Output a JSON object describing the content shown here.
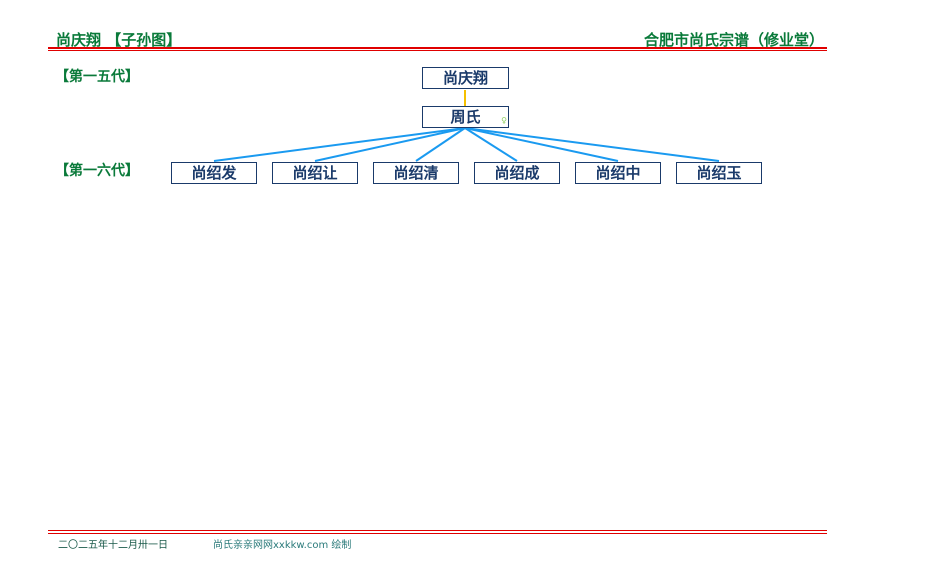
{
  "header": {
    "title": "尚庆翔 【子孙图】",
    "right": "合肥市尚氏宗谱（修业堂）"
  },
  "generations": [
    "【第一五代】",
    "【第一六代】"
  ],
  "root": {
    "name": "尚庆翔"
  },
  "spouse": {
    "name": "周氏",
    "mark": "♀"
  },
  "children": [
    "尚绍发",
    "尚绍让",
    "尚绍清",
    "尚绍成",
    "尚绍中",
    "尚绍玉"
  ],
  "colors": {
    "connector_spouse": "#f5c000",
    "connector_child": "#1a9af0"
  },
  "footer": {
    "date": "二〇二五年十二月卅一日",
    "credit": "尚氏亲亲网网xxkkw.com 绘制"
  }
}
